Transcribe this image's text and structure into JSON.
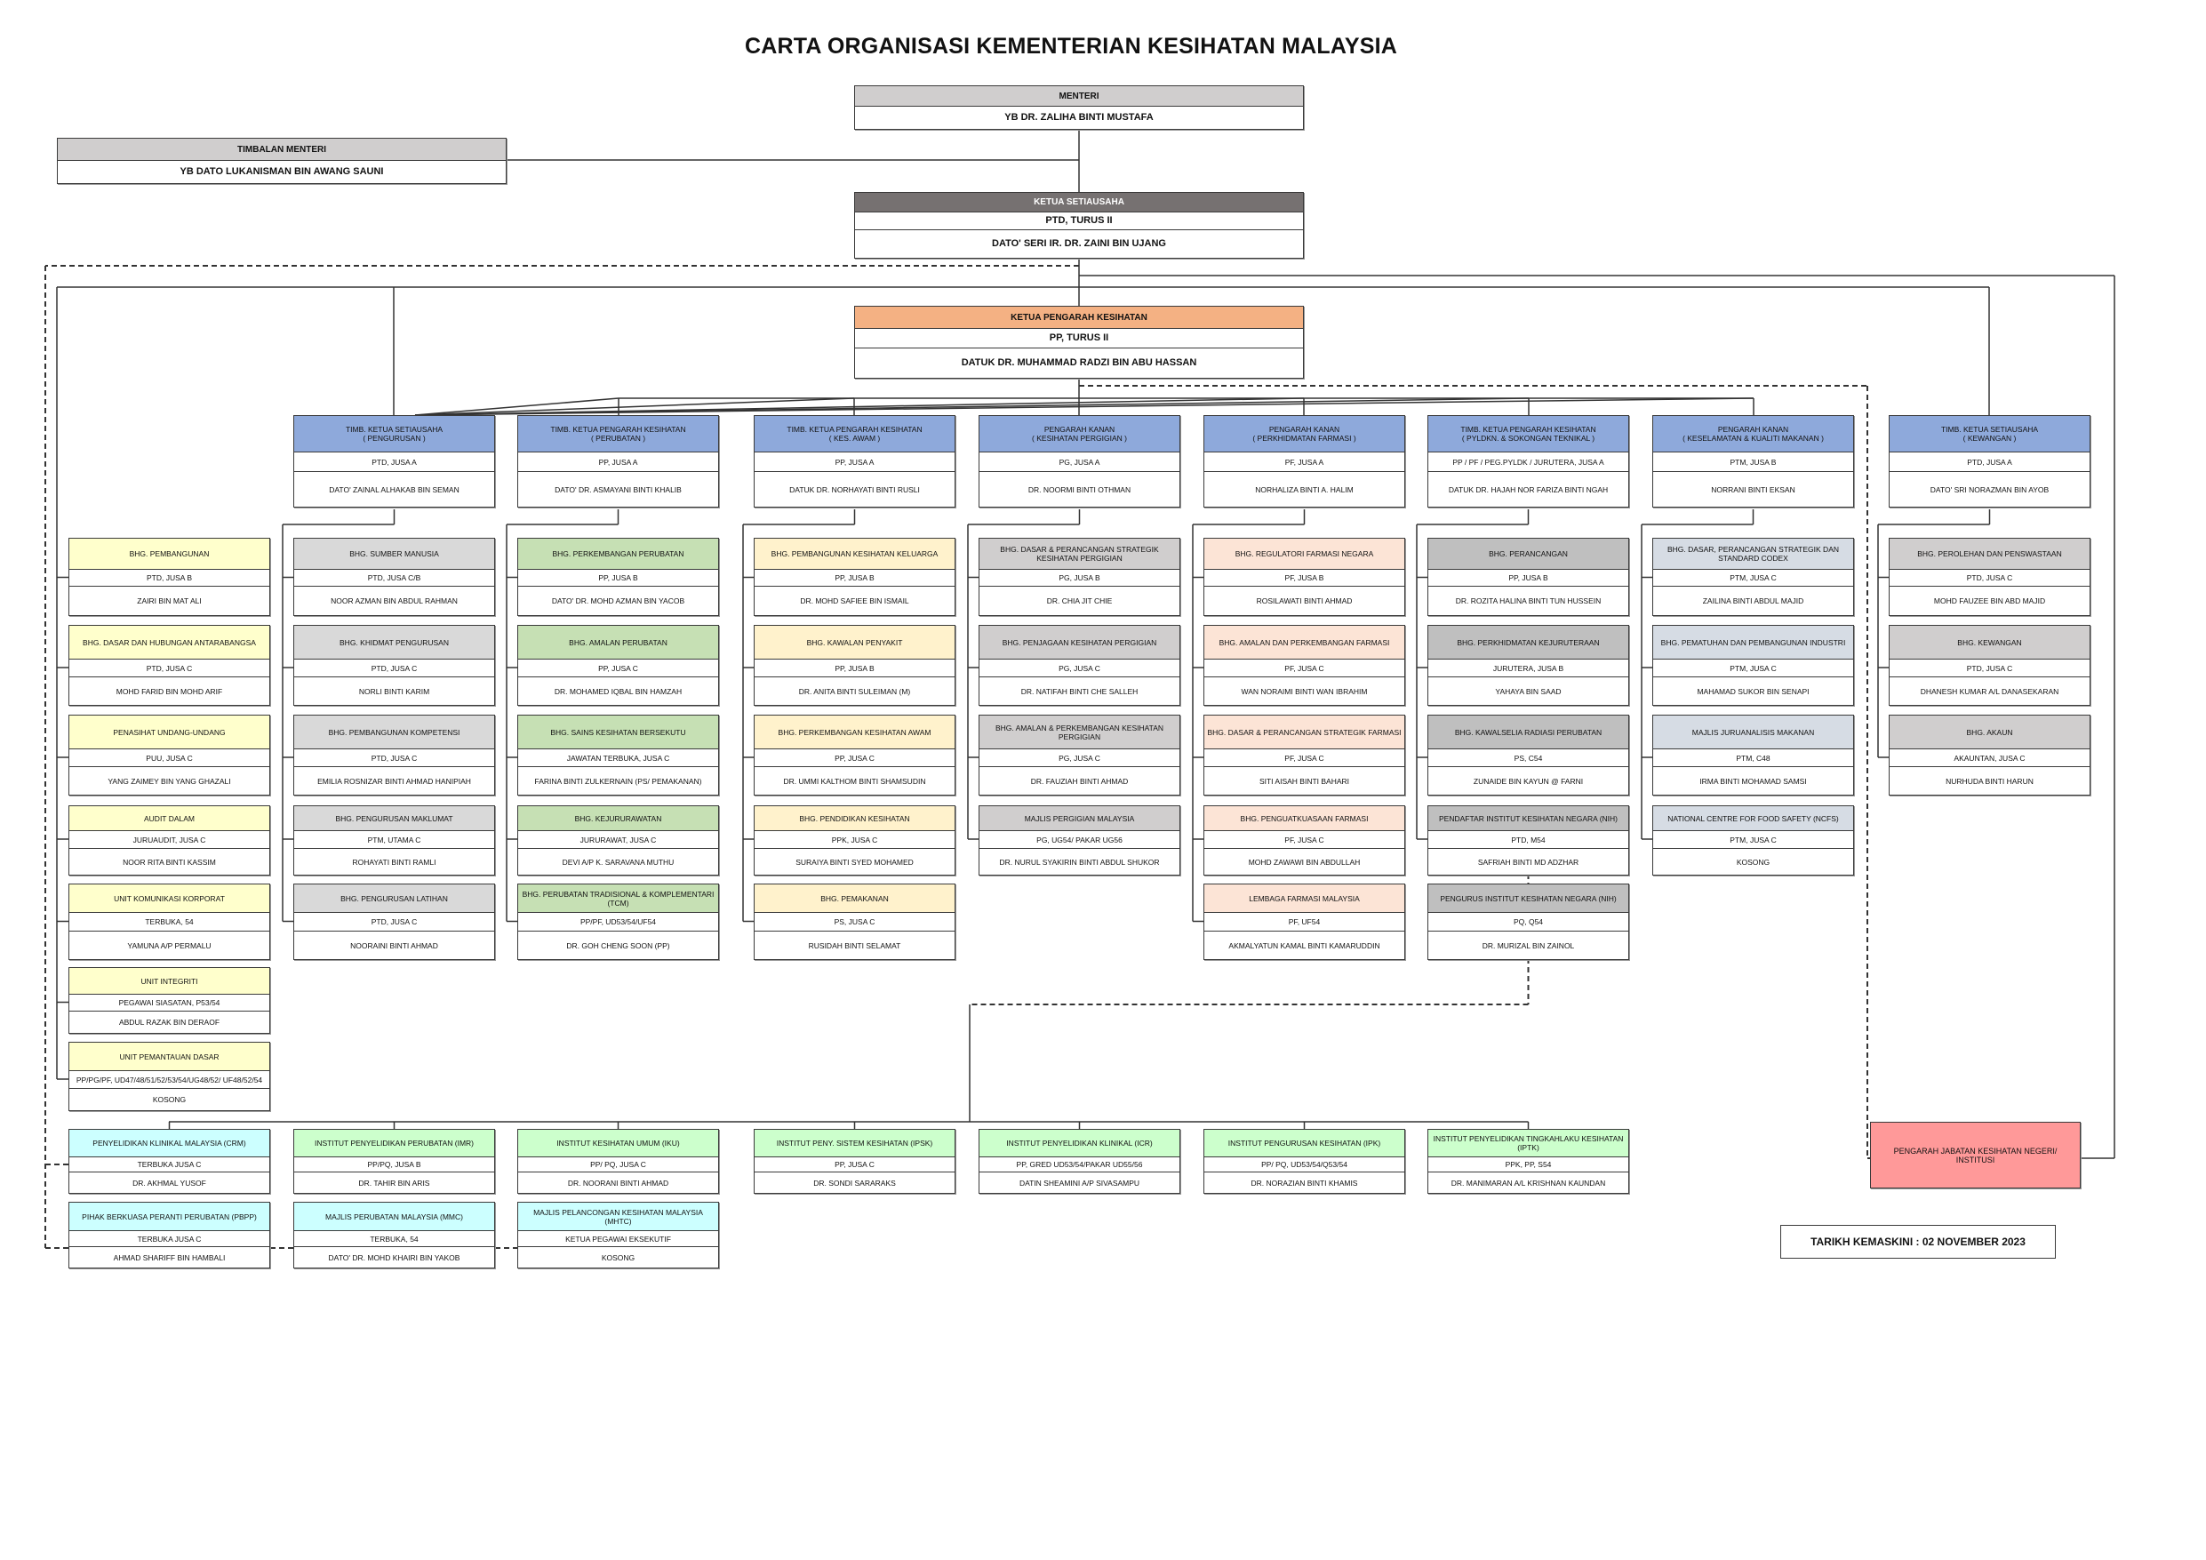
{
  "title": "CARTA ORGANISASI KEMENTERIAN KESIHATAN MALAYSIA",
  "colors": {
    "minister_header": "#D0CECE",
    "ksu_header": "#767171",
    "kpk_header": "#F4B183",
    "head_header": "#8EA9DB",
    "columns": [
      "#FFFFCC",
      "#D9D9D9",
      "#C6E0B4",
      "#FFF2CC",
      "#D0CECE",
      "#FCE4D6",
      "#BFBFBF",
      "#D6DCE4",
      "#D0CECE"
    ],
    "institute_cyan": "#CCFFFF",
    "institute_green": "#CCFFCC",
    "state_director": "#FF9999"
  },
  "minister": {
    "title": "MENTERI",
    "name": "YB DR. ZALIHA BINTI MUSTAFA"
  },
  "deputy": {
    "title": "TIMBALAN MENTERI",
    "name": "YB DATO LUKANISMAN BIN AWANG SAUNI"
  },
  "ksu": {
    "title": "KETUA SETIAUSAHA",
    "grade": "PTD, TURUS II",
    "name": "DATO' SERI IR. DR. ZAINI BIN UJANG"
  },
  "kpk": {
    "title": "KETUA PENGARAH KESIHATAN",
    "grade": "PP, TURUS II",
    "name": "DATUK DR. MUHAMMAD RADZI BIN ABU HASSAN"
  },
  "heads": [
    {
      "title": "TIMB. KETUA SETIAUSAHA",
      "subtitle": "( PENGURUSAN )",
      "grade": "PTD, JUSA A",
      "name": "DATO' ZAINAL ALHAKAB BIN SEMAN"
    },
    {
      "title": "TIMB. KETUA PENGARAH KESIHATAN",
      "subtitle": "( PERUBATAN )",
      "grade": "PP, JUSA A",
      "name": "DATO' DR. ASMAYANI BINTI KHALIB"
    },
    {
      "title": "TIMB. KETUA PENGARAH KESIHATAN",
      "subtitle": "( KES. AWAM )",
      "grade": "PP, JUSA A",
      "name": "DATUK DR. NORHAYATI BINTI RUSLI"
    },
    {
      "title": "PENGARAH KANAN",
      "subtitle": "( KESIHATAN PERGIGIAN )",
      "grade": "PG, JUSA A",
      "name": "DR. NOORMI BINTI OTHMAN"
    },
    {
      "title": "PENGARAH KANAN",
      "subtitle": "( PERKHIDMATAN FARMASI )",
      "grade": "PF, JUSA A",
      "name": "NORHALIZA BINTI A. HALIM"
    },
    {
      "title": "TIMB. KETUA PENGARAH KESIHATAN",
      "subtitle": "( PYLDKN. & SOKONGAN TEKNIKAL )",
      "grade": "PP / PF / PEG.PYLDK / JURUTERA, JUSA A",
      "name": "DATUK DR. HAJAH NOR FARIZA BINTI NGAH"
    },
    {
      "title": "PENGARAH KANAN",
      "subtitle": "( KESELAMATAN & KUALITI MAKANAN )",
      "grade": "PTM, JUSA B",
      "name": "NORRANI BINTI EKSAN"
    },
    {
      "title": "TIMB. KETUA SETIAUSAHA",
      "subtitle": "( KEWANGAN )",
      "grade": "PTD, JUSA A",
      "name": "DATO' SRI NORAZMAN BIN AYOB"
    }
  ],
  "divisions": [
    [
      {
        "title": "BHG. PEMBANGUNAN",
        "grade": "PTD, JUSA B",
        "name": "ZAIRI BIN MAT ALI"
      },
      {
        "title": "BHG. DASAR DAN HUBUNGAN ANTARABANGSA",
        "grade": "PTD, JUSA C",
        "name": "MOHD FARID BIN MOHD ARIF"
      },
      {
        "title": "PENASIHAT UNDANG-UNDANG",
        "grade": "PUU, JUSA C",
        "name": "YANG ZAIMEY BIN YANG GHAZALI"
      },
      {
        "title": "AUDIT DALAM",
        "grade": "JURUAUDIT, JUSA C",
        "name": "NOOR RITA BINTI KASSIM"
      },
      {
        "title": "UNIT KOMUNIKASI KORPORAT",
        "grade": "TERBUKA, 54",
        "name": "YAMUNA A/P PERMALU"
      },
      {
        "title": "UNIT INTEGRITI",
        "grade": "PEGAWAI SIASATAN, P53/54",
        "name": "ABDUL RAZAK BIN DERAOF"
      },
      {
        "title": "UNIT PEMANTAUAN DASAR",
        "grade": "PP/PG/PF, UD47/48/51/52/53/54/UG48/52/ UF48/52/54",
        "name": "KOSONG"
      }
    ],
    [
      {
        "title": "BHG. SUMBER MANUSIA",
        "grade": "PTD, JUSA C/B",
        "name": "NOOR AZMAN BIN ABDUL RAHMAN"
      },
      {
        "title": "BHG. KHIDMAT PENGURUSAN",
        "grade": "PTD, JUSA C",
        "name": "NORLI BINTI KARIM"
      },
      {
        "title": "BHG. PEMBANGUNAN KOMPETENSI",
        "grade": "PTD, JUSA C",
        "name": "EMILIA ROSNIZAR BINTI AHMAD HANIPIAH"
      },
      {
        "title": "BHG. PENGURUSAN MAKLUMAT",
        "grade": "PTM, UTAMA C",
        "name": "ROHAYATI BINTI RAMLI"
      },
      {
        "title": "BHG. PENGURUSAN LATIHAN",
        "grade": "PTD, JUSA C",
        "name": "NOORAINI BINTI AHMAD"
      }
    ],
    [
      {
        "title": "BHG. PERKEMBANGAN PERUBATAN",
        "grade": "PP, JUSA B",
        "name": "DATO' DR. MOHD AZMAN BIN YACOB"
      },
      {
        "title": "BHG. AMALAN PERUBATAN",
        "grade": "PP, JUSA C",
        "name": "DR. MOHAMED IQBAL BIN HAMZAH"
      },
      {
        "title": "BHG. SAINS KESIHATAN BERSEKUTU",
        "grade": "JAWATAN TERBUKA, JUSA C",
        "name": "FARINA BINTI ZULKERNAIN (PS/ PEMAKANAN)"
      },
      {
        "title": "BHG. KEJURURAWATAN",
        "grade": "JURURAWAT, JUSA C",
        "name": "DEVI A/P K. SARAVANA MUTHU"
      },
      {
        "title": "BHG. PERUBATAN TRADISIONAL & KOMPLEMENTARI (TCM)",
        "grade": "PP/PF, UD53/54/UF54",
        "name": "DR. GOH CHENG SOON (PP)"
      }
    ],
    [
      {
        "title": "BHG. PEMBANGUNAN KESIHATAN KELUARGA",
        "grade": "PP, JUSA B",
        "name": "DR. MOHD SAFIEE BIN ISMAIL"
      },
      {
        "title": "BHG. KAWALAN PENYAKIT",
        "grade": "PP, JUSA B",
        "name": "DR. ANITA BINTI SULEIMAN (M)"
      },
      {
        "title": "BHG. PERKEMBANGAN KESIHATAN AWAM",
        "grade": "PP, JUSA C",
        "name": "DR. UMMI KALTHOM BINTI SHAMSUDIN"
      },
      {
        "title": "BHG. PENDIDIKAN KESIHATAN",
        "grade": "PPK, JUSA C",
        "name": "SURAIYA BINTI SYED MOHAMED"
      },
      {
        "title": "BHG. PEMAKANAN",
        "grade": "PS, JUSA C",
        "name": "RUSIDAH BINTI SELAMAT"
      }
    ],
    [
      {
        "title": "BHG. DASAR & PERANCANGAN STRATEGIK KESIHATAN PERGIGIAN",
        "grade": "PG, JUSA B",
        "name": "DR. CHIA JIT CHIE"
      },
      {
        "title": "BHG. PENJAGAAN KESIHATAN PERGIGIAN",
        "grade": "PG, JUSA C",
        "name": "DR. NATIFAH BINTI CHE SALLEH"
      },
      {
        "title": "BHG. AMALAN & PERKEMBANGAN KESIHATAN PERGIGIAN",
        "grade": "PG, JUSA C",
        "name": "DR. FAUZIAH BINTI AHMAD"
      },
      {
        "title": "MAJLIS PERGIGIAN MALAYSIA",
        "grade": "PG, UG54/ PAKAR UG56",
        "name": "DR. NURUL SYAKIRIN BINTI ABDUL SHUKOR"
      }
    ],
    [
      {
        "title": "BHG. REGULATORI FARMASI NEGARA",
        "grade": "PF, JUSA B",
        "name": "ROSILAWATI BINTI AHMAD"
      },
      {
        "title": "BHG. AMALAN DAN PERKEMBANGAN FARMASI",
        "grade": "PF, JUSA C",
        "name": "WAN NORAIMI BINTI WAN IBRAHIM"
      },
      {
        "title": "BHG. DASAR & PERANCANGAN STRATEGIK FARMASI",
        "grade": "PF, JUSA C",
        "name": "SITI AISAH BINTI BAHARI"
      },
      {
        "title": "BHG. PENGUATKUASAAN FARMASI",
        "grade": "PF, JUSA C",
        "name": "MOHD ZAWAWI BIN ABDULLAH"
      },
      {
        "title": "LEMBAGA FARMASI MALAYSIA",
        "grade": "PF, UF54",
        "name": "AKMALYATUN KAMAL BINTI KAMARUDDIN"
      }
    ],
    [
      {
        "title": "BHG. PERANCANGAN",
        "grade": "PP, JUSA B",
        "name": "DR. ROZITA HALINA BINTI TUN HUSSEIN"
      },
      {
        "title": "BHG. PERKHIDMATAN KEJURUTERAAN",
        "grade": "JURUTERA, JUSA B",
        "name": "YAHAYA BIN SAAD"
      },
      {
        "title": "BHG. KAWALSELIA RADIASI PERUBATAN",
        "grade": "PS, C54",
        "name": "ZUNAIDE BIN KAYUN @ FARNI"
      },
      {
        "title": "PENDAFTAR INSTITUT KESIHATAN NEGARA (NIH)",
        "grade": "PTD, M54",
        "name": "SAFRIAH BINTI MD ADZHAR"
      },
      {
        "title": "PENGURUS INSTITUT KESIHATAN NEGARA (NIH)",
        "grade": "PQ, Q54",
        "name": "DR. MURIZAL BIN ZAINOL"
      }
    ],
    [
      {
        "title": "BHG. DASAR, PERANCANGAN STRATEGIK DAN STANDARD CODEX",
        "grade": "PTM, JUSA C",
        "name": "ZAILINA BINTI ABDUL MAJID"
      },
      {
        "title": "BHG. PEMATUHAN DAN PEMBANGUNAN INDUSTRI",
        "grade": "PTM, JUSA C",
        "name": "MAHAMAD SUKOR BIN SENAPI"
      },
      {
        "title": "MAJLIS JURUANALISIS MAKANAN",
        "grade": "PTM, C48",
        "name": "IRMA BINTI MOHAMAD SAMSI"
      },
      {
        "title": "NATIONAL CENTRE FOR FOOD SAFETY (NCFS)",
        "grade": "PTM, JUSA C",
        "name": "KOSONG"
      }
    ],
    [
      {
        "title": "BHG. PEROLEHAN DAN PENSWASTAAN",
        "grade": "PTD, JUSA C",
        "name": "MOHD FAUZEE BIN ABD MAJID"
      },
      {
        "title": "BHG. KEWANGAN",
        "grade": "PTD, JUSA C",
        "name": "DHANESH KUMAR A/L DANASEKARAN"
      },
      {
        "title": "BHG. AKAUN",
        "grade": "AKAUNTAN, JUSA C",
        "name": "NURHUDA BINTI HARUN"
      }
    ]
  ],
  "institutes": {
    "row1": [
      {
        "title": "PENYELIDIKAN KLINIKAL MALAYSIA (CRM)",
        "grade": "TERBUKA JUSA C",
        "name": "DR. AKHMAL YUSOF",
        "tone": "cyan"
      },
      {
        "title": "INSTITUT PENYELIDIKAN PERUBATAN (IMR)",
        "grade": "PP/PQ, JUSA B",
        "name": "DR. TAHIR BIN ARIS",
        "tone": "green"
      },
      {
        "title": "INSTITUT KESIHATAN UMUM (IKU)",
        "grade": "PP/ PQ, JUSA C",
        "name": "DR. NOORANI BINTI AHMAD",
        "tone": "green"
      },
      {
        "title": "INSTITUT PENY. SISTEM KESIHATAN (IPSK)",
        "grade": "PP, JUSA C",
        "name": "DR. SONDI SARARAKS",
        "tone": "green"
      },
      {
        "title": "INSTITUT PENYELIDIKAN KLINIKAL (ICR)",
        "grade": "PP, GRED UD53/54/PAKAR UD55/56",
        "name": "DATIN SHEAMINI A/P SIVASAMPU",
        "tone": "green"
      },
      {
        "title": "INSTITUT PENGURUSAN KESIHATAN (IPK)",
        "grade": "PP/ PQ, UD53/54/Q53/54",
        "name": "DR. NORAZIAN BINTI KHAMIS",
        "tone": "green"
      },
      {
        "title": "INSTITUT PENYELIDIKAN TINGKAHLAKU KESIHATAN (IPTK)",
        "grade": "PPK, PP, S54",
        "name": "DR. MANIMARAN A/L KRISHNAN KAUNDAN",
        "tone": "green"
      }
    ],
    "row2": [
      {
        "title": "PIHAK BERKUASA PERANTI PERUBATAN (PBPP)",
        "grade": "TERBUKA JUSA C",
        "name": "AHMAD SHARIFF BIN HAMBALI",
        "tone": "cyan"
      },
      {
        "title": "MAJLIS PERUBATAN MALAYSIA (MMC)",
        "grade": "TERBUKA, 54",
        "name": "DATO' DR. MOHD KHAIRI BIN YAKOB",
        "tone": "cyan"
      },
      {
        "title": "MAJLIS PELANCONGAN KESIHATAN MALAYSIA (MHTC)",
        "grade": "KETUA PEGAWAI EKSEKUTIF",
        "name": "KOSONG",
        "tone": "cyan"
      }
    ]
  },
  "state_director": {
    "title": "PENGARAH JABATAN KESIHATAN NEGERI/ INSTITUSI"
  },
  "updated": "TARIKH KEMASKINI : 02 NOVEMBER 2023"
}
